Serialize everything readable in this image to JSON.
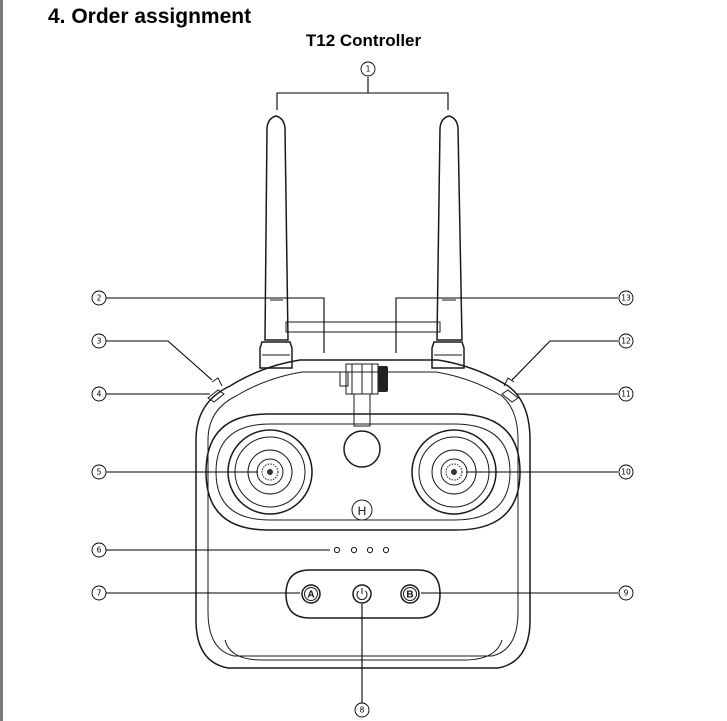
{
  "page": {
    "heading": "4. Order assignment",
    "subtitle": "T12 Controller"
  },
  "callouts": [
    "1",
    "2",
    "3",
    "4",
    "5",
    "6",
    "7",
    "8",
    "9",
    "10",
    "11",
    "12",
    "13"
  ],
  "buttons": {
    "a_label": "A",
    "b_label": "B",
    "h_label": "H"
  },
  "icons": {
    "power": "power-icon"
  }
}
